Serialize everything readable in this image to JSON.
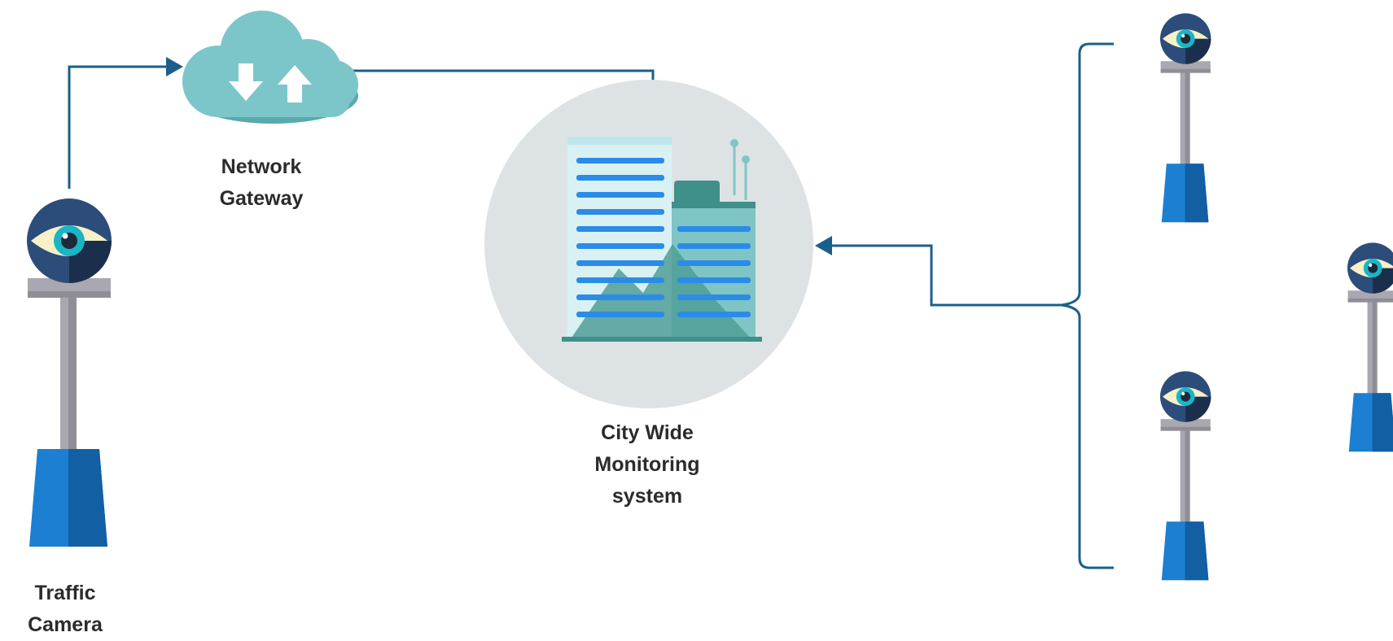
{
  "labels": {
    "network_gateway": [
      "Network",
      "Gateway"
    ],
    "monitoring_system": [
      "City Wide",
      "Monitoring",
      "system"
    ],
    "traffic_camera": [
      "Traffic",
      "Camera"
    ]
  },
  "colors": {
    "connector": "#1a5f8a",
    "cloud": "#7cc6c9",
    "cloud_shadow": "#5aa9ad",
    "circle_bg": "#dde3e5",
    "pole": "#a9a8b0",
    "pole_dark": "#8f8e96",
    "base_blue": "#1c7fd1",
    "base_dark": "#125fa3",
    "camera_head": "#2c4d7a",
    "camera_eye": "#f7f1c8",
    "iris": "#1bb5c5",
    "pupil": "#1e2a3a",
    "building_light": "#d9f1f3",
    "building_teal": "#7fc5c5",
    "window_blue": "#2b8ce8",
    "roof_teal": "#3f8f8a"
  },
  "icons": {
    "gateway": "cloud-upload-download-icon",
    "monitoring": "city-buildings-icon",
    "camera": "surveillance-camera-icon"
  }
}
